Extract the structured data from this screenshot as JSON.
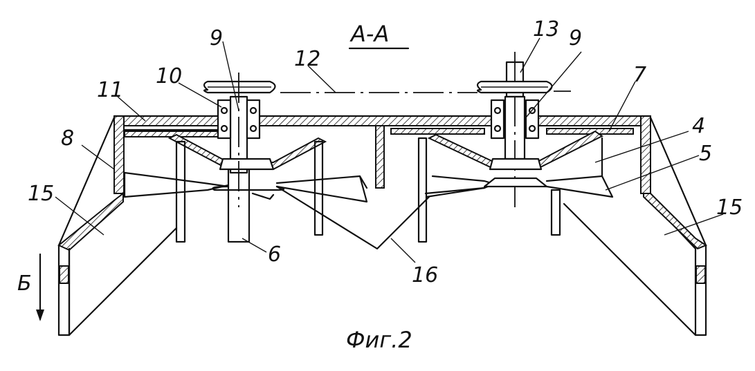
{
  "section_title": "А-А",
  "caption": "Фиг.2",
  "view_arrow_label": "Б",
  "labels": {
    "l9a": "9",
    "l9b": "9",
    "l10": "10",
    "l11": "11",
    "l12": "12",
    "l13": "13",
    "l7": "7",
    "l4": "4",
    "l5": "5",
    "l8": "8",
    "l15a": "15",
    "l15b": "15",
    "l6": "6",
    "l16": "16"
  }
}
